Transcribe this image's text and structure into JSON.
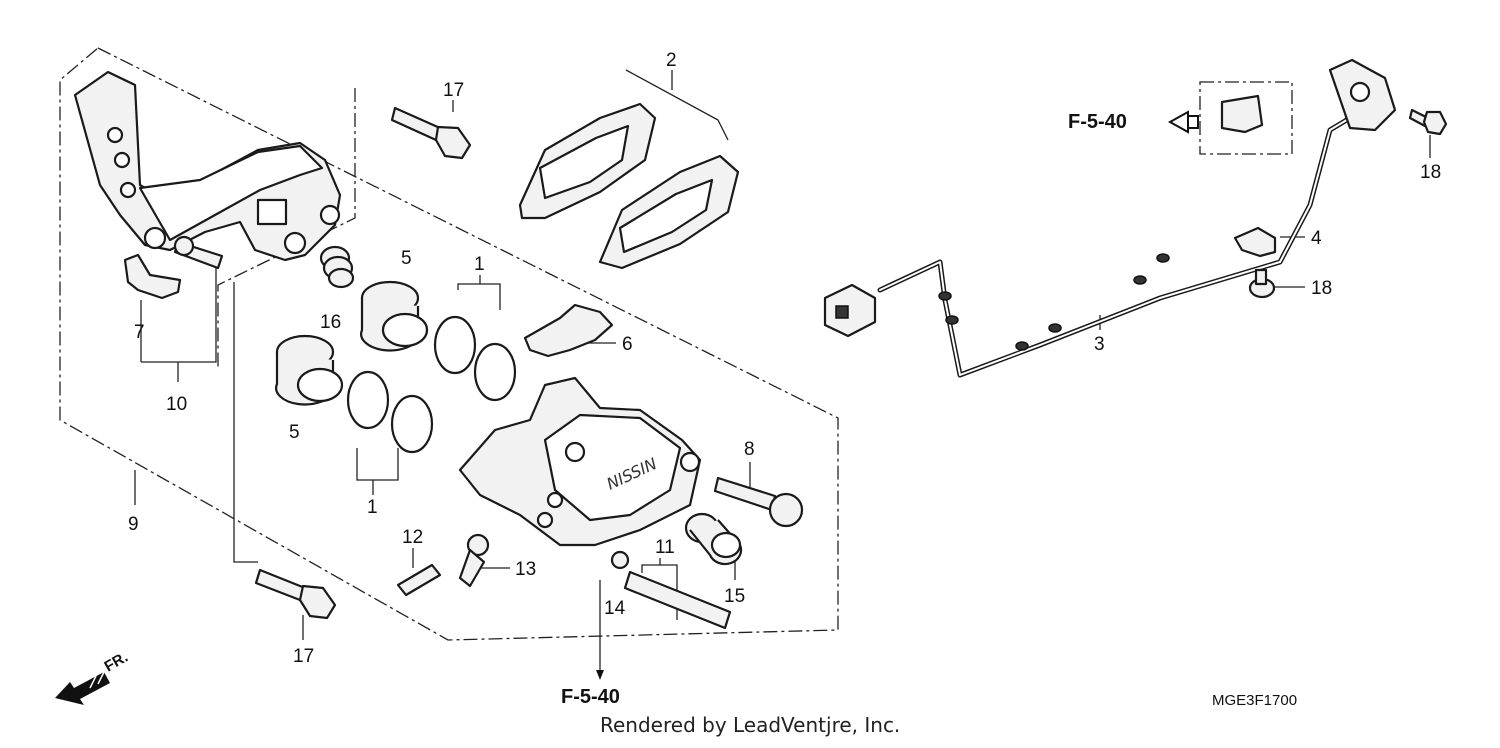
{
  "callouts": {
    "c1a": "1",
    "c1b": "1",
    "c2": "2",
    "c3": "3",
    "c4": "4",
    "c5a": "5",
    "c5b": "5",
    "c6": "6",
    "c7": "7",
    "c8": "8",
    "c9": "9",
    "c10": "10",
    "c11": "11",
    "c12": "12",
    "c13": "13",
    "c14": "14",
    "c15": "15",
    "c16": "16",
    "c17a": "17",
    "c17b": "17",
    "c18a": "18",
    "c18b": "18"
  },
  "refs": {
    "top": "F-5-40",
    "bottom": "F-5-40"
  },
  "front_indicator": "FR.",
  "diagram_code": "MGE3F1700",
  "credit": "Rendered by LeadVentjre, Inc."
}
